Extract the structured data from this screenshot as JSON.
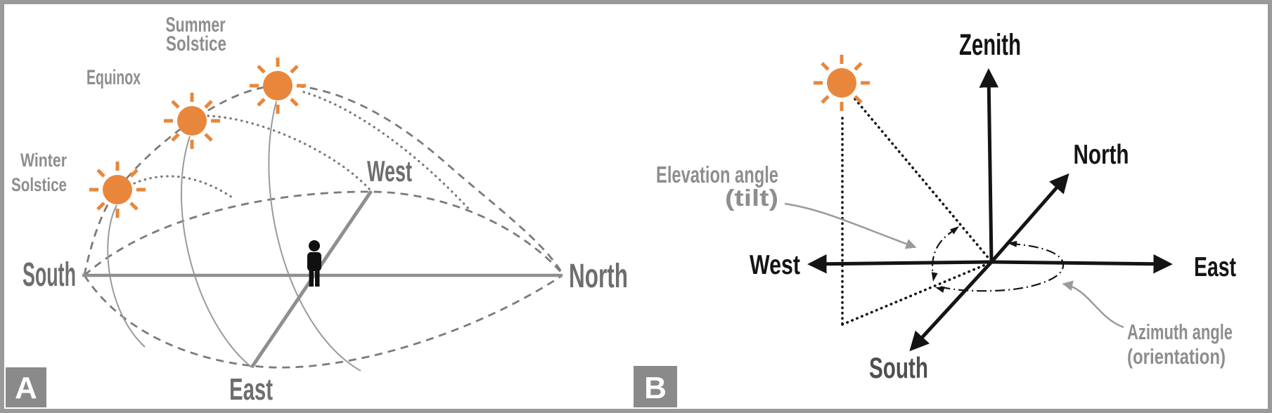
{
  "figure": {
    "panel_a": {
      "badge": "A",
      "season_labels": {
        "summer_line1": "Summer",
        "summer_line2": "Solstice",
        "equinox": "Equinox",
        "winter_line1": "Winter",
        "winter_line2": "Solstice"
      },
      "direction_labels": {
        "south": "South",
        "north": "North",
        "east": "East",
        "west": "West"
      }
    },
    "panel_b": {
      "badge": "B",
      "axis_labels": {
        "zenith": "Zenith",
        "north": "North",
        "east": "East",
        "west": "West",
        "south": "South"
      },
      "annotations": {
        "elevation_line1": "Elevation angle",
        "elevation_line2": "(tilt)",
        "azimuth_line1": "Azimuth angle",
        "azimuth_line2": "(orientation)"
      }
    }
  },
  "colors": {
    "sun_orange": "#E8873C",
    "line_gray": "#7B7B7B",
    "thin_gray": "#9A9A9A",
    "axis_gray": "#8F8F8F",
    "dir_gray": "#6E6E6E",
    "season_gray": "#8E8E8E",
    "south_gray": "#4F4F4F",
    "leader_gray": "#9A9A9A",
    "badge_gray": "#8A8A8A",
    "frame_gray": "#9A9A9A",
    "ink": "#141414",
    "background": "#FFFFFF"
  }
}
